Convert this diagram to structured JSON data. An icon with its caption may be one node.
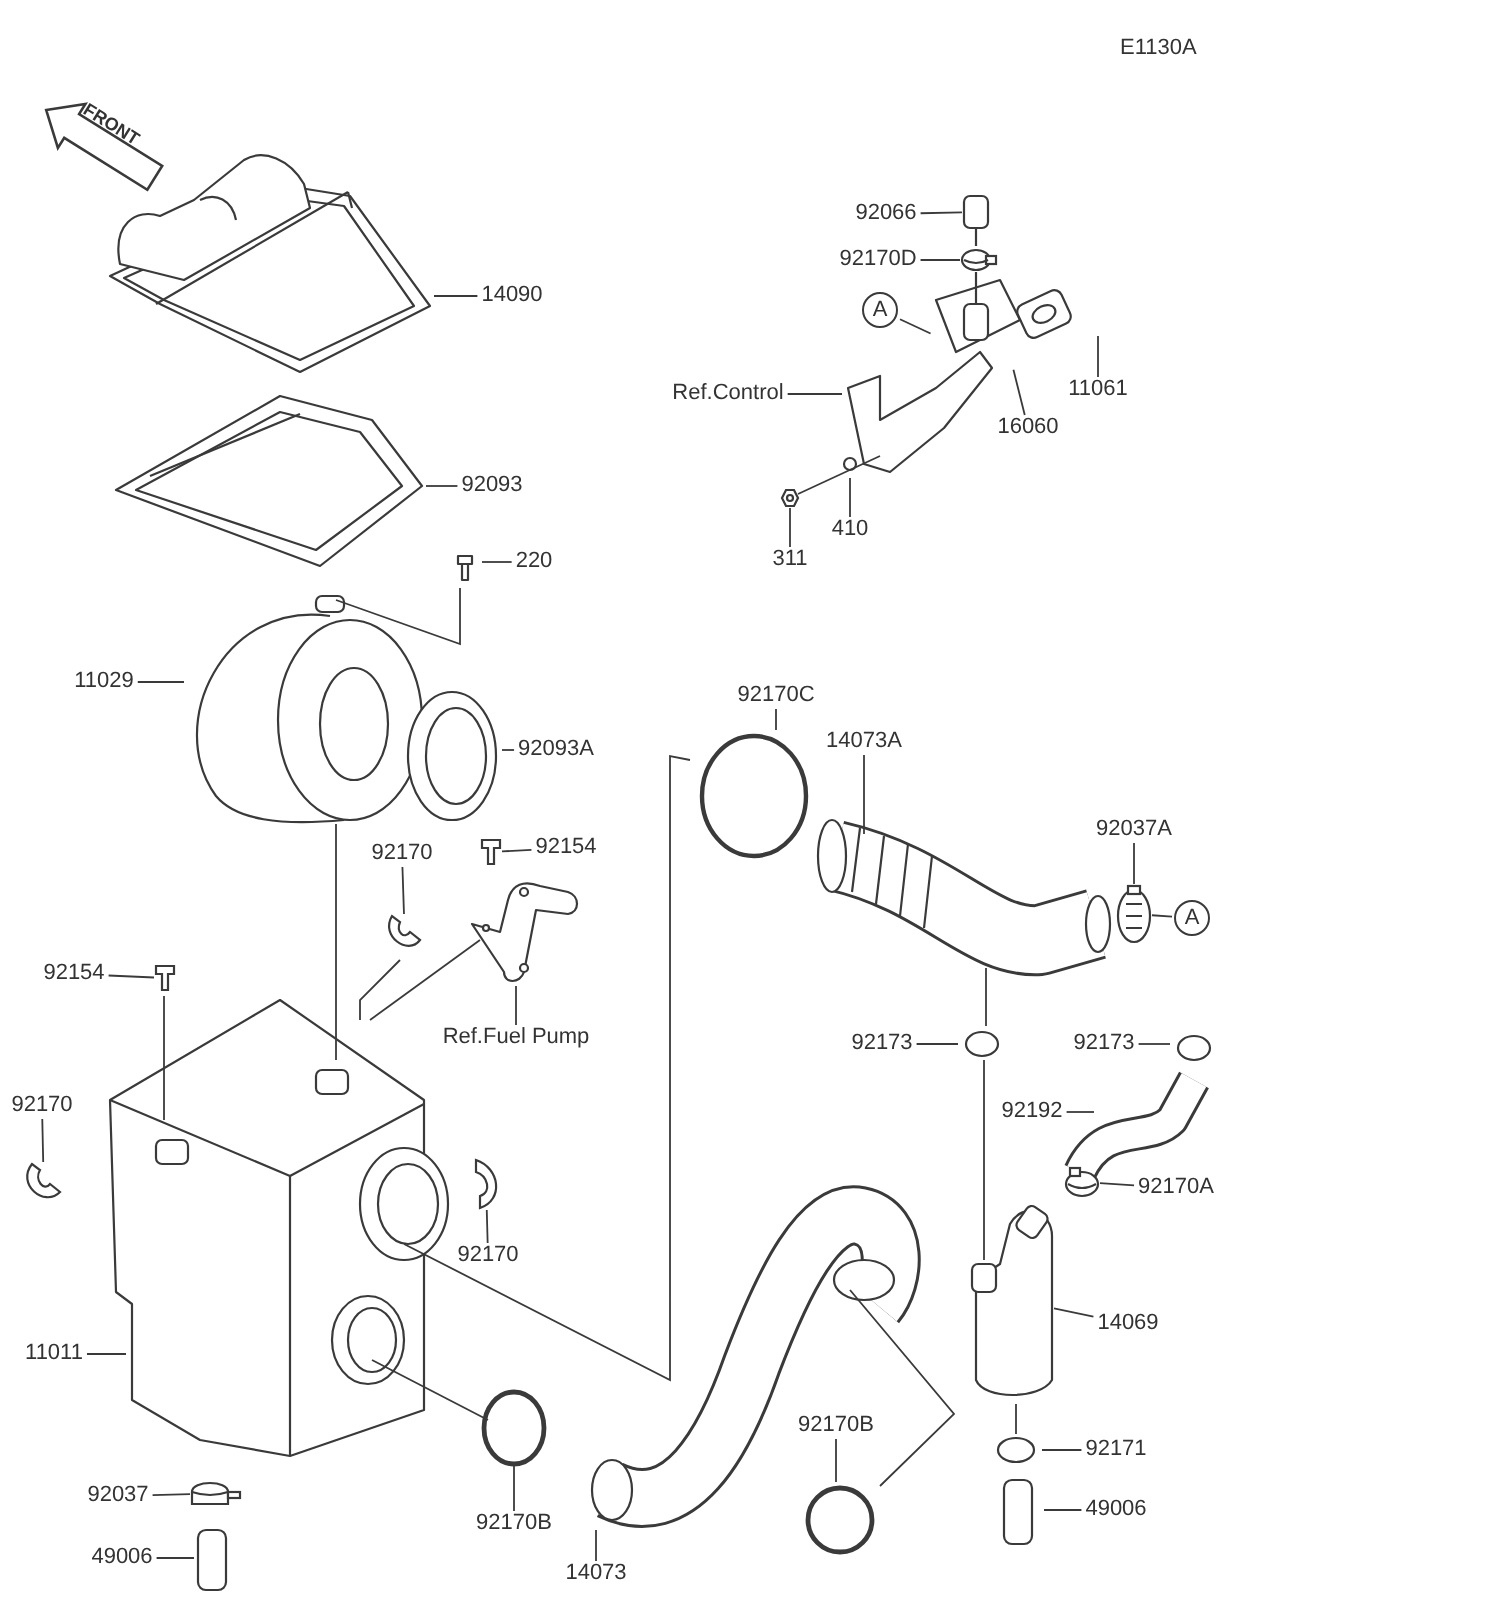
{
  "diagram": {
    "nodes": [
      {
        "text": [
          "14090"
        ]
      },
      {
        "text": [
          "92093"
        ]
      },
      {
        "text": [
          "220"
        ]
      },
      {
        "text": [
          "11029"
        ]
      },
      {
        "text": [
          "92093A"
        ]
      },
      {
        "text": [
          "92066"
        ]
      },
      {
        "text": [
          "92170D"
        ]
      },
      {
        "text": [
          "A"
        ]
      },
      {
        "text": [
          "Ref.Control"
        ]
      },
      {
        "text": [
          "11061"
        ]
      },
      {
        "text": [
          "16060"
        ]
      },
      {
        "text": [
          "410"
        ]
      },
      {
        "text": [
          "311"
        ]
      },
      {
        "text": [
          "92170C"
        ]
      },
      {
        "text": [
          "14073A"
        ]
      },
      {
        "text": [
          "92037A"
        ]
      },
      {
        "text": [
          "A"
        ]
      },
      {
        "text": [
          "92170"
        ]
      },
      {
        "text": [
          "92154"
        ]
      },
      {
        "text": [
          "Ref.Fuel Pump"
        ]
      },
      {
        "text": [
          "92154"
        ]
      },
      {
        "text": [
          "92173"
        ]
      },
      {
        "text": [
          "92173"
        ]
      },
      {
        "text": [
          "92192"
        ]
      },
      {
        "text": [
          "92170A"
        ]
      },
      {
        "text": [
          "92170"
        ]
      },
      {
        "text": [
          "92170"
        ]
      },
      {
        "text": [
          "14069"
        ]
      },
      {
        "text": [
          "11011"
        ]
      },
      {
        "text": [
          "92170B"
        ]
      },
      {
        "text": [
          "92171"
        ]
      },
      {
        "text": [
          "92037"
        ]
      },
      {
        "text": [
          "49006"
        ]
      },
      {
        "text": [
          "92170B"
        ]
      },
      {
        "text": [
          "14073"
        ]
      },
      {
        "text": [
          "49006"
        ]
      },
      {
        "text": [],
        "shape": "picture"
      },
      {
        "text": [],
        "shape": "picture"
      },
      {
        "text": [],
        "shape": "picture"
      },
      {
        "text": [],
        "shape": "picture"
      },
      {
        "text": [],
        "shape": "picture"
      },
      {
        "text": [],
        "shape": "picture"
      },
      {
        "text": [],
        "shape": "picture"
      },
      {
        "text": [],
        "shape": "picture"
      },
      {
        "text": [],
        "shape": "picture"
      },
      {
        "text": [],
        "shape": "picture"
      },
      {
        "text": [],
        "shape": "picture"
      },
      {
        "text": [],
        "shape": "picture"
      }
    ],
    "edges": [
      {
        "from": 0,
        "to": null,
        "arrow": "none"
      },
      {
        "from": 1,
        "to": null,
        "arrow": "none"
      },
      {
        "from": 2,
        "to": null,
        "arrow": "none"
      },
      {
        "from": 3,
        "to": null,
        "arrow": "none"
      },
      {
        "from": 4,
        "to": null,
        "arrow": "none"
      },
      {
        "from": 5,
        "to": 36,
        "arrow": "none"
      },
      {
        "from": 6,
        "to": 37,
        "arrow": "none"
      },
      {
        "from": 7,
        "to": null,
        "arrow": "none"
      },
      {
        "from": 8,
        "to": null,
        "arrow": "none"
      },
      {
        "from": 9,
        "to": null,
        "arrow": "none"
      },
      {
        "from": 10,
        "to": null,
        "arrow": "none"
      },
      {
        "from": 11,
        "to": null,
        "arrow": "none"
      },
      {
        "from": 12,
        "to": 38,
        "arrow": "none"
      },
      {
        "from": 13,
        "to": null,
        "arrow": "none"
      },
      {
        "from": 14,
        "to": null,
        "arrow": "none"
      },
      {
        "from": 15,
        "to": 45,
        "arrow": "none"
      },
      {
        "from": 16,
        "to": 45,
        "arrow": "none"
      },
      {
        "from": 17,
        "to": 39,
        "arrow": "none"
      },
      {
        "from": 18,
        "to": 40,
        "arrow": "none"
      },
      {
        "from": 19,
        "to": null,
        "arrow": "none"
      },
      {
        "from": 20,
        "to": 41,
        "arrow": "none"
      },
      {
        "from": 21,
        "to": null,
        "arrow": "none"
      },
      {
        "from": 22,
        "to": null,
        "arrow": "none"
      },
      {
        "from": 23,
        "to": null,
        "arrow": "none"
      },
      {
        "from": 24,
        "to": 42,
        "arrow": "none"
      },
      {
        "from": 25,
        "to": 46,
        "arrow": "none"
      },
      {
        "from": 26,
        "to": 43,
        "arrow": "none"
      },
      {
        "from": 27,
        "to": 47,
        "arrow": "none"
      },
      {
        "from": 28,
        "to": null,
        "arrow": "none"
      },
      {
        "from": 29,
        "to": null,
        "arrow": "none"
      },
      {
        "from": 30,
        "to": null,
        "arrow": "none"
      },
      {
        "from": 31,
        "to": 44,
        "arrow": "none"
      },
      {
        "from": 32,
        "to": null,
        "arrow": "none"
      },
      {
        "from": 33,
        "to": null,
        "arrow": "none"
      },
      {
        "from": 34,
        "to": null,
        "arrow": "none"
      },
      {
        "from": 35,
        "to": null,
        "arrow": "none"
      }
    ],
    "labels": [
      "E1130A",
      "FRONT"
    ]
  }
}
